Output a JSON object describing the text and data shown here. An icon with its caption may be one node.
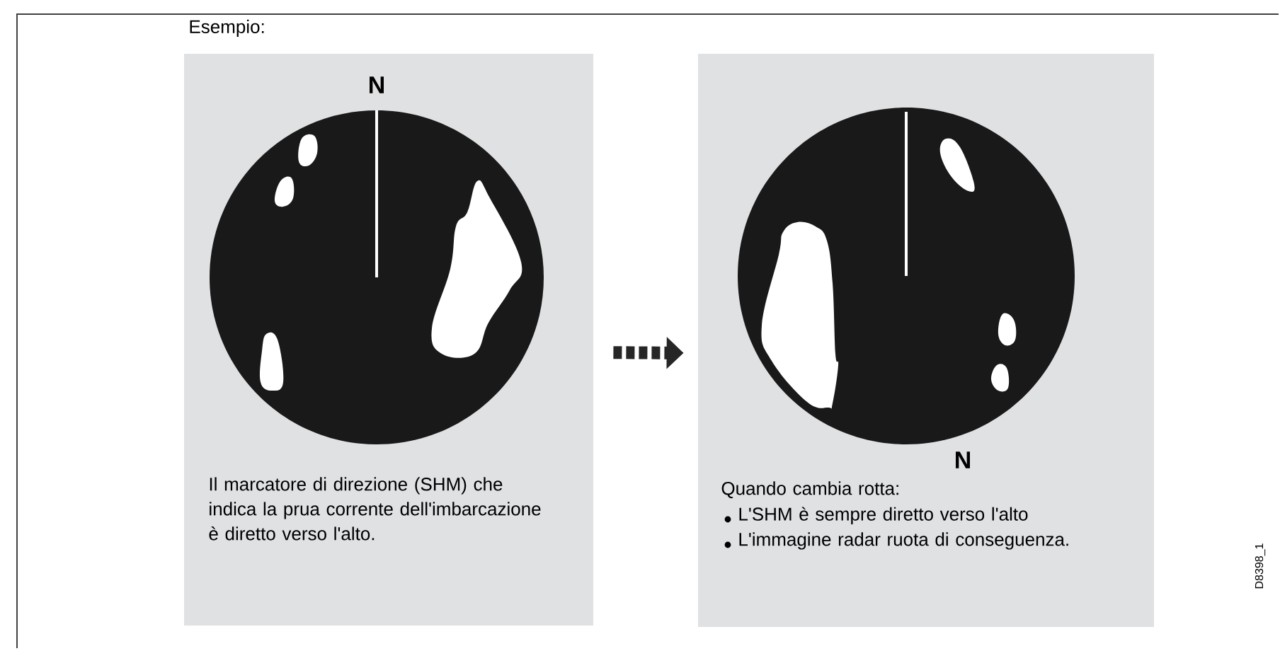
{
  "diagram": {
    "nodes": [
      {
        "text": [
          "N",
          "Il marcatore di direzione (SHM) che indica la prua corrente dell'imbarcazione è diretto verso l'alto."
        ]
      },
      {
        "text": [
          "N",
          "Quando cambia rotta:",
          "L'SHM è sempre diretto verso l'alto",
          "L'immagine radar ruota di conseguenza."
        ]
      }
    ],
    "edges": [
      {
        "from": 0,
        "to": 1,
        "arrow": "to",
        "style": "dashed"
      }
    ],
    "labels": [
      "Esempio:",
      "D8398_1"
    ]
  }
}
